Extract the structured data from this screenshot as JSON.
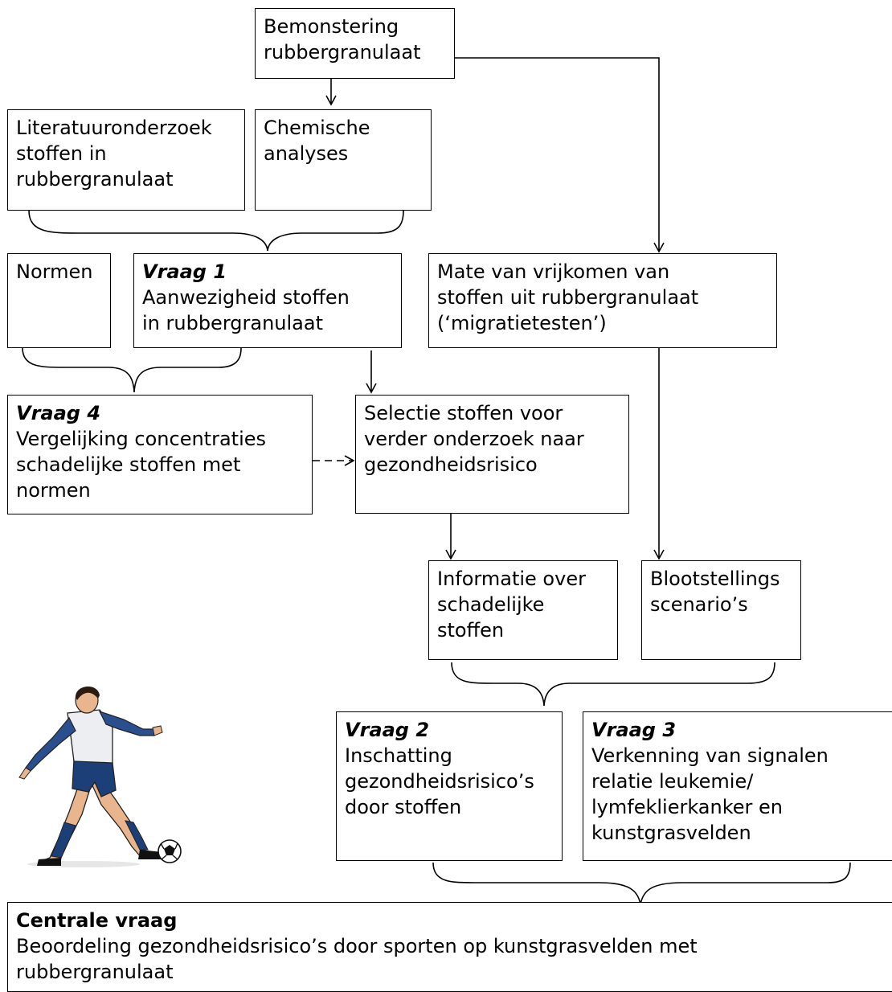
{
  "boxes": {
    "bemonstering": "Bemonstering\nrubbergranulaat",
    "literatuur": "Literatuuronderzoek\nstoffen in\nrubbergranulaat",
    "chemische": "Chemische\nanalyses",
    "normen": "Normen",
    "vraag1": {
      "heading": "Vraag 1",
      "text": "Aanwezigheid stoffen\nin rubbergranulaat"
    },
    "mate": "Mate van vrijkomen van\nstoffen uit rubbergranulaat\n(‘migratietesten’)",
    "vraag4": {
      "heading": "Vraag 4",
      "text": "Vergelijking concentraties\nschadelijke stoffen met\nnormen"
    },
    "selectie": "Selectie stoffen voor\nverder onderzoek naar\ngezondheidsrisico",
    "informatie": "Informatie over\nschadelijke\nstoffen",
    "blootstellings": "Blootstellings\nscenario’s",
    "vraag2": {
      "heading": "Vraag 2",
      "text": "Inschatting\ngezondheidsrisico’s\ndoor stoffen"
    },
    "vraag3": {
      "heading": "Vraag 3",
      "text": "Verkenning van signalen\nrelatie leukemie/\nlymfeklierkanker en\nkunstgrasvelden"
    },
    "centrale": {
      "heading": "Centrale vraag",
      "text": "Beoordeling gezondheidsrisico’s door sporten op kunstgrasvelden met\nrubbergranulaat"
    }
  },
  "illustration": "soccer-player-kicking-ball"
}
